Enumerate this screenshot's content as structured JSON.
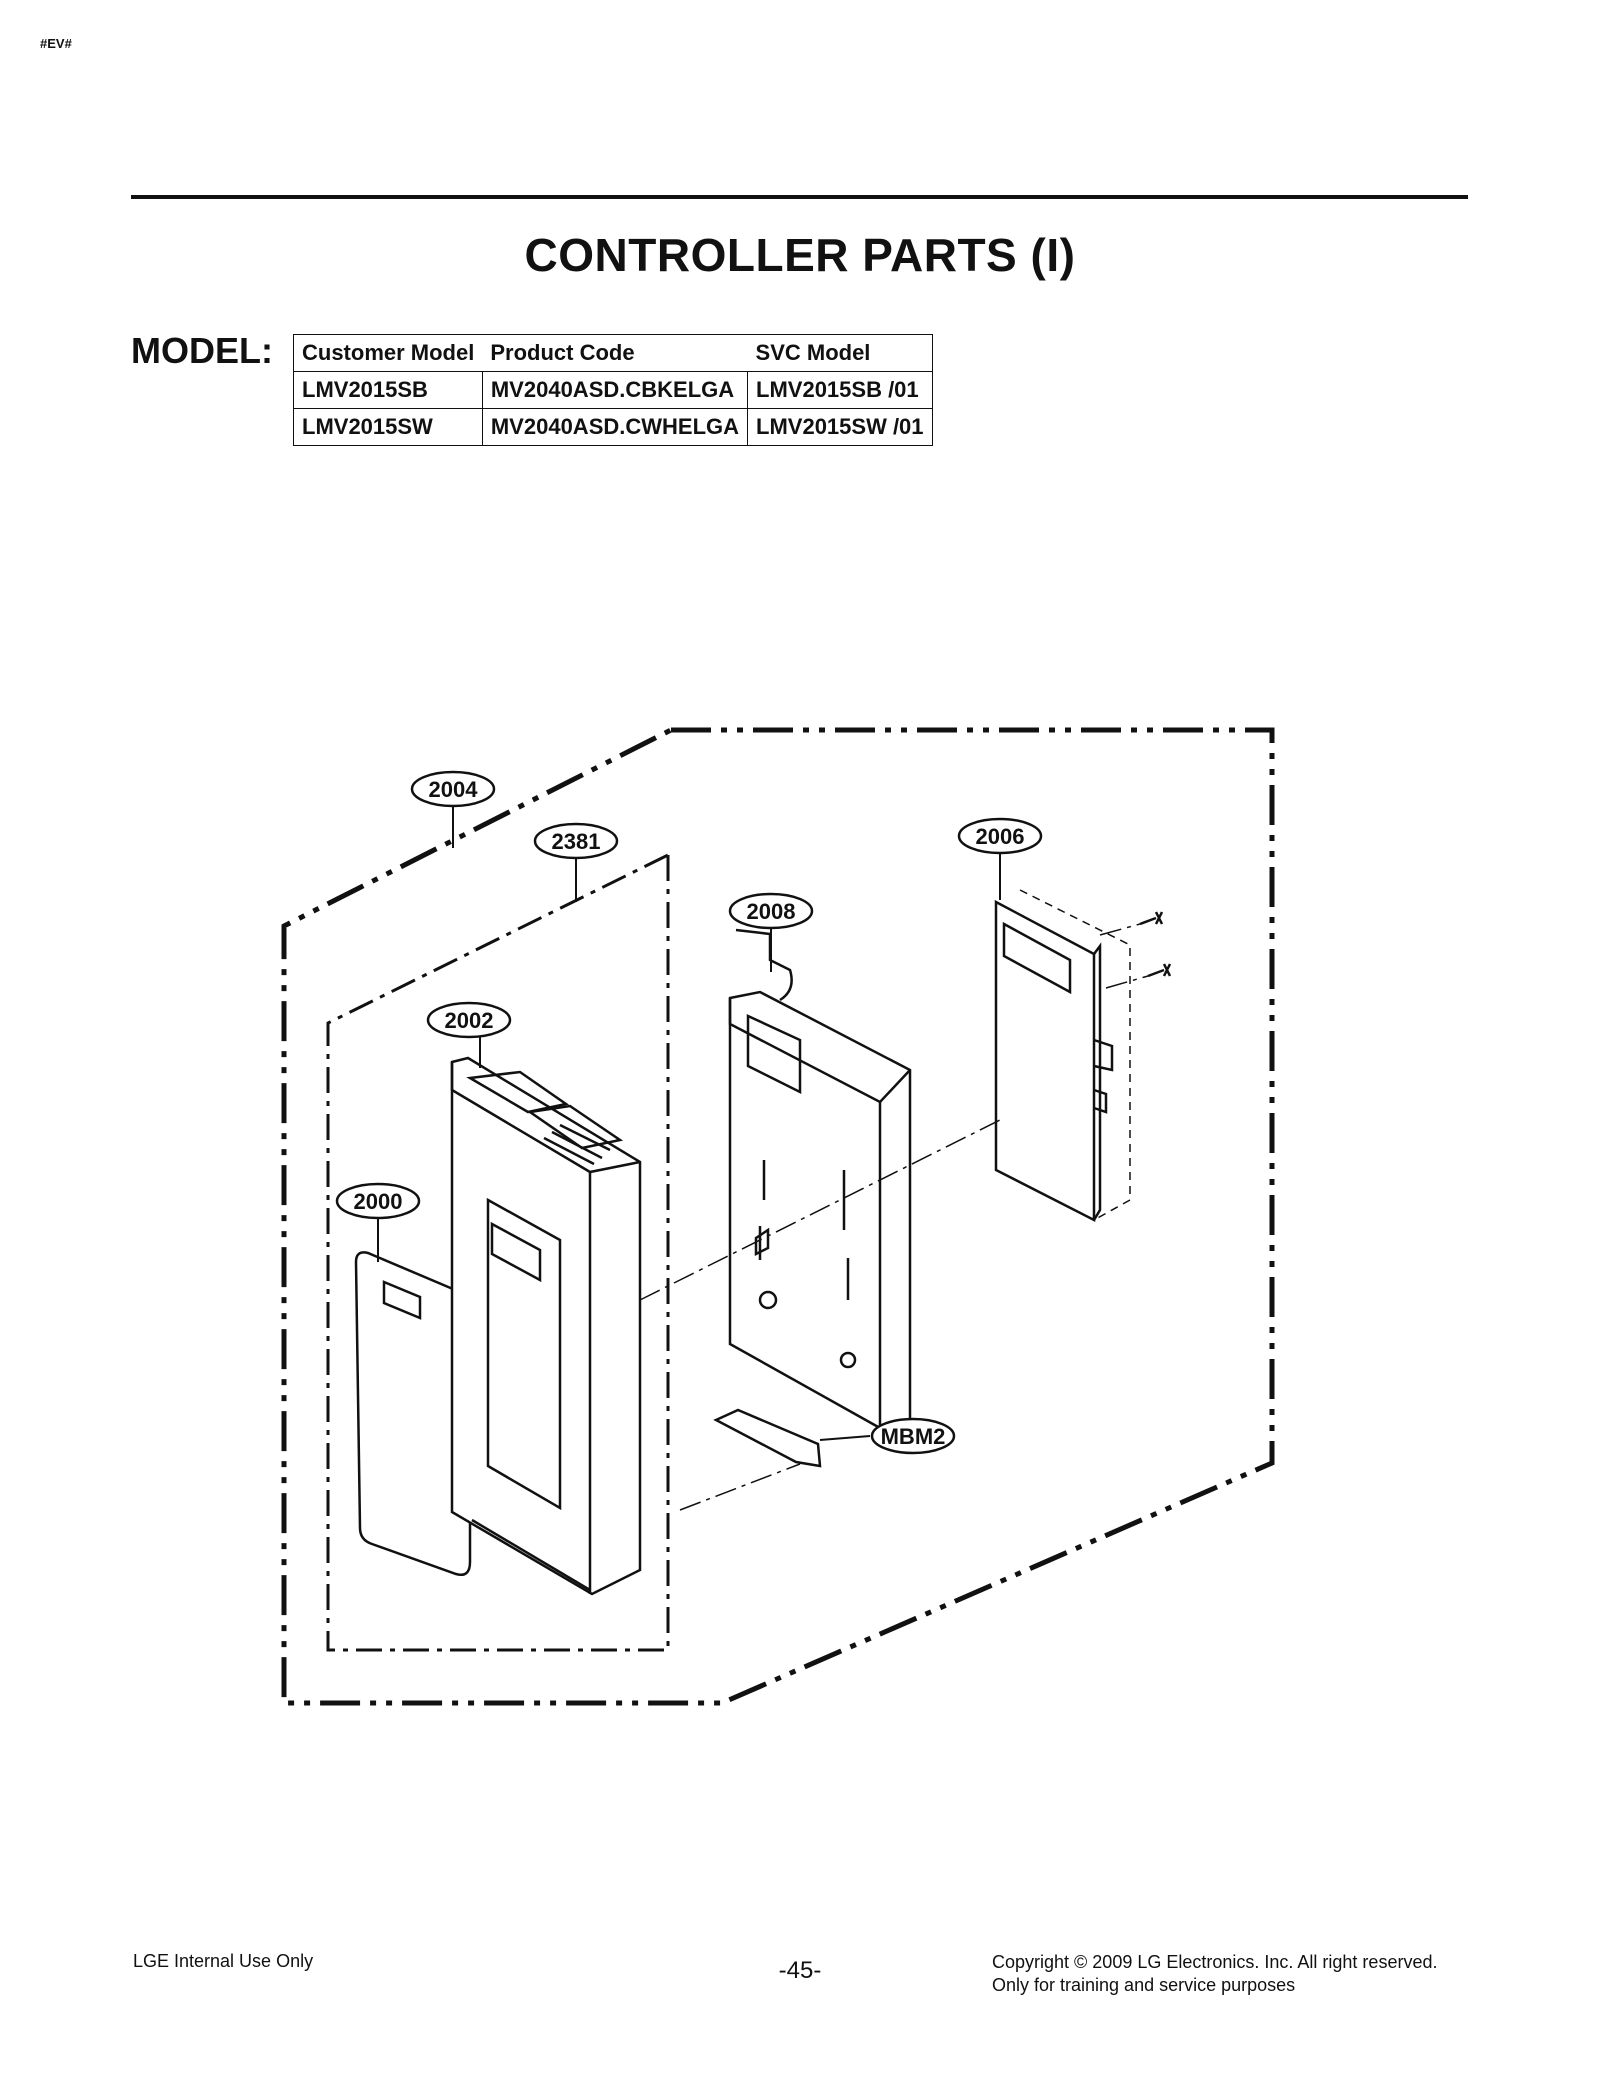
{
  "header": {
    "tag": "#EV#",
    "title": "CONTROLLER PARTS (I)"
  },
  "model": {
    "label": "MODEL:",
    "columns": [
      "Customer Model",
      "Product Code",
      "SVC Model"
    ],
    "rows": [
      [
        "LMV2015SB",
        "MV2040ASD.CBKELGA",
        "LMV2015SB /01"
      ],
      [
        "LMV2015SW",
        "MV2040ASD.CWHELGA",
        "LMV2015SW /01"
      ]
    ]
  },
  "diagram": {
    "callouts": {
      "c2004": "2004",
      "c2381": "2381",
      "c2006": "2006",
      "c2008": "2008",
      "c2002": "2002",
      "c2000": "2000",
      "cMBM2": "MBM2"
    }
  },
  "footer": {
    "left": "LGE Internal Use Only",
    "page": "-45-",
    "right_line1": "Copyright © 2009 LG Electronics. Inc. All right reserved.",
    "right_line2": "Only for training and service purposes"
  }
}
